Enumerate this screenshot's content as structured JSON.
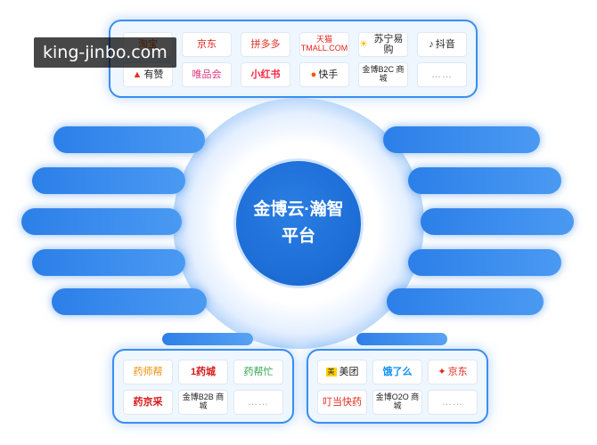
{
  "watermark": "king-jinbo.com",
  "center": {
    "line1": "金博云·瀚智",
    "line2": "平台"
  },
  "top_panel": {
    "row1": [
      "淘宝",
      "京东",
      "拼多多",
      "天猫 TMALL.COM",
      "苏宁易购",
      "抖音"
    ],
    "row2": [
      "有赞",
      "唯品会",
      "小红书",
      "快手",
      "金博B2C 商城",
      "……"
    ]
  },
  "bottom_left_panel": {
    "row1": [
      "药师帮",
      "1药城",
      "药帮忙"
    ],
    "row2": [
      "药京采",
      "金博B2B 商城",
      "……"
    ]
  },
  "bottom_right_panel": {
    "row1": [
      "美团",
      "饿了么",
      "京东"
    ],
    "row2": [
      "叮当快药",
      "金博O2O 商城",
      "……"
    ]
  },
  "colors": {
    "accent": "#2c7fe8",
    "core": "#1e6fd8",
    "panel_border": "#3a8ef0"
  },
  "icons": {
    "jd": "dog-icon",
    "douyin": "note-icon",
    "suning": "sun-icon"
  }
}
